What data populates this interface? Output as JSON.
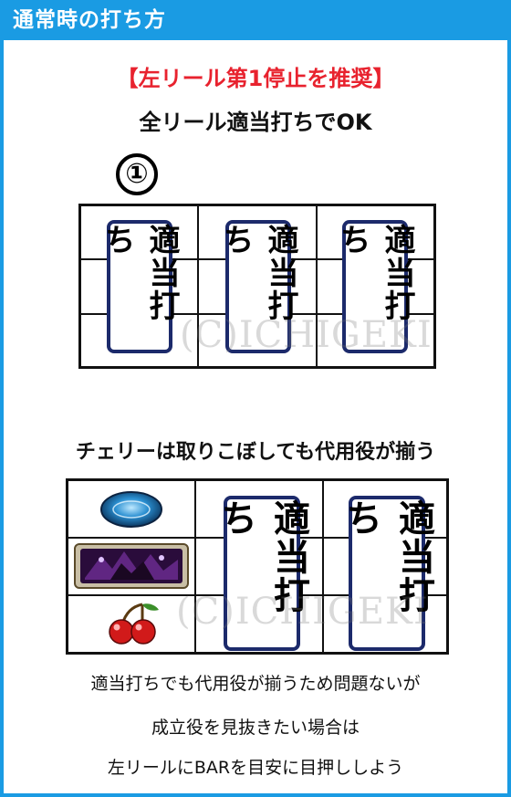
{
  "header": {
    "title": "通常時の打ち方"
  },
  "section1": {
    "recommend": "【左リール第1停止を推奨】",
    "subtitle": "全リール適当打ちでOK",
    "step": "①",
    "reels": [
      "適当打ち",
      "適当打ち",
      "適当打ち"
    ],
    "watermark": "(C)ICHIGEKI"
  },
  "section2": {
    "subtitle": "チェリーは取りこぼしても代用役が揃う",
    "left_reel_symbols": [
      "blue-emblem-icon",
      "bar-icon",
      "cherry-icon"
    ],
    "reels": [
      "適当打ち",
      "適当打ち"
    ],
    "watermark": "(C)ICHIGEKI"
  },
  "notes": [
    "適当打ちでも代用役が揃うため問題ないが",
    "成立役を見抜きたい場合は",
    "左リールにBARを目安に目押ししよう"
  ],
  "colors": {
    "accent_blue": "#1a9be3",
    "red": "#e8222e",
    "reel_border": "#1c2a6b"
  }
}
